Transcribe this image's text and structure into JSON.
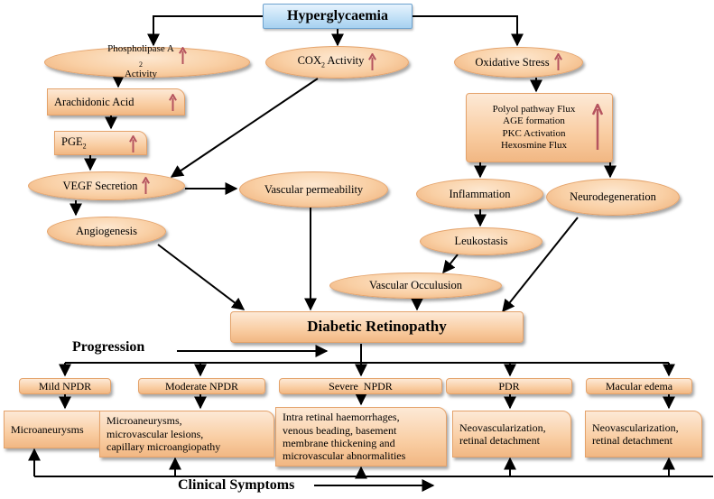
{
  "colors": {
    "node_fill": "#f9cfa4",
    "node_border": "#e4a26a",
    "top_fill": "#bfdff6",
    "arrow_up": "#b5545f",
    "connector": "#000000"
  },
  "icons": {
    "increase": "up-arrow-icon"
  },
  "hyperglycaemia": "Hyperglycaemia",
  "phospholipase": {
    "line1": "Phospholipase A",
    "sub": "2",
    "line2": "Activity"
  },
  "cox": {
    "pre": "COX",
    "sub": "2",
    "post": " Activity"
  },
  "oxidative_stress": "Oxidative Stress",
  "arachidonic_acid": "Arachidonic Acid",
  "pge": {
    "pre": "PGE",
    "sub": "2"
  },
  "oxidative_effects": [
    "Polyol pathway Flux",
    "AGE formation",
    "PKC Activation",
    "Hexosmine Flux"
  ],
  "vegf_secretion": "VEGF Secretion",
  "vascular_permeability": "Vascular permeability",
  "inflammation": "Inflammation",
  "neurodegeneration": "Neurodegeneration",
  "angiogenesis": "Angiogenesis",
  "leukostasis": "Leukostasis",
  "vascular_occlusion": "Vascular Occulusion",
  "diabetic_retinopathy": "Diabetic Retinopathy",
  "progression": "Progression",
  "clinical_symptoms": "Clinical Symptoms",
  "stages": [
    {
      "label": "Mild NPDR",
      "symptoms": [
        "Microaneurysms"
      ]
    },
    {
      "label": "Moderate NPDR",
      "symptoms": [
        "Microaneurysms,",
        "microvascular lesions,",
        "capillary microangiopathy"
      ]
    },
    {
      "label": "Severe  NPDR",
      "symptoms": [
        "Intra retinal haemorrhages,",
        "venous beading, basement",
        "membrane thickening and",
        "microvascular abnormalities"
      ]
    },
    {
      "label": "PDR",
      "symptoms": [
        "Neovascularization,",
        "retinal detachment"
      ]
    },
    {
      "label": "Macular edema",
      "symptoms": [
        "Neovascularization,",
        "retinal detachment"
      ]
    }
  ]
}
